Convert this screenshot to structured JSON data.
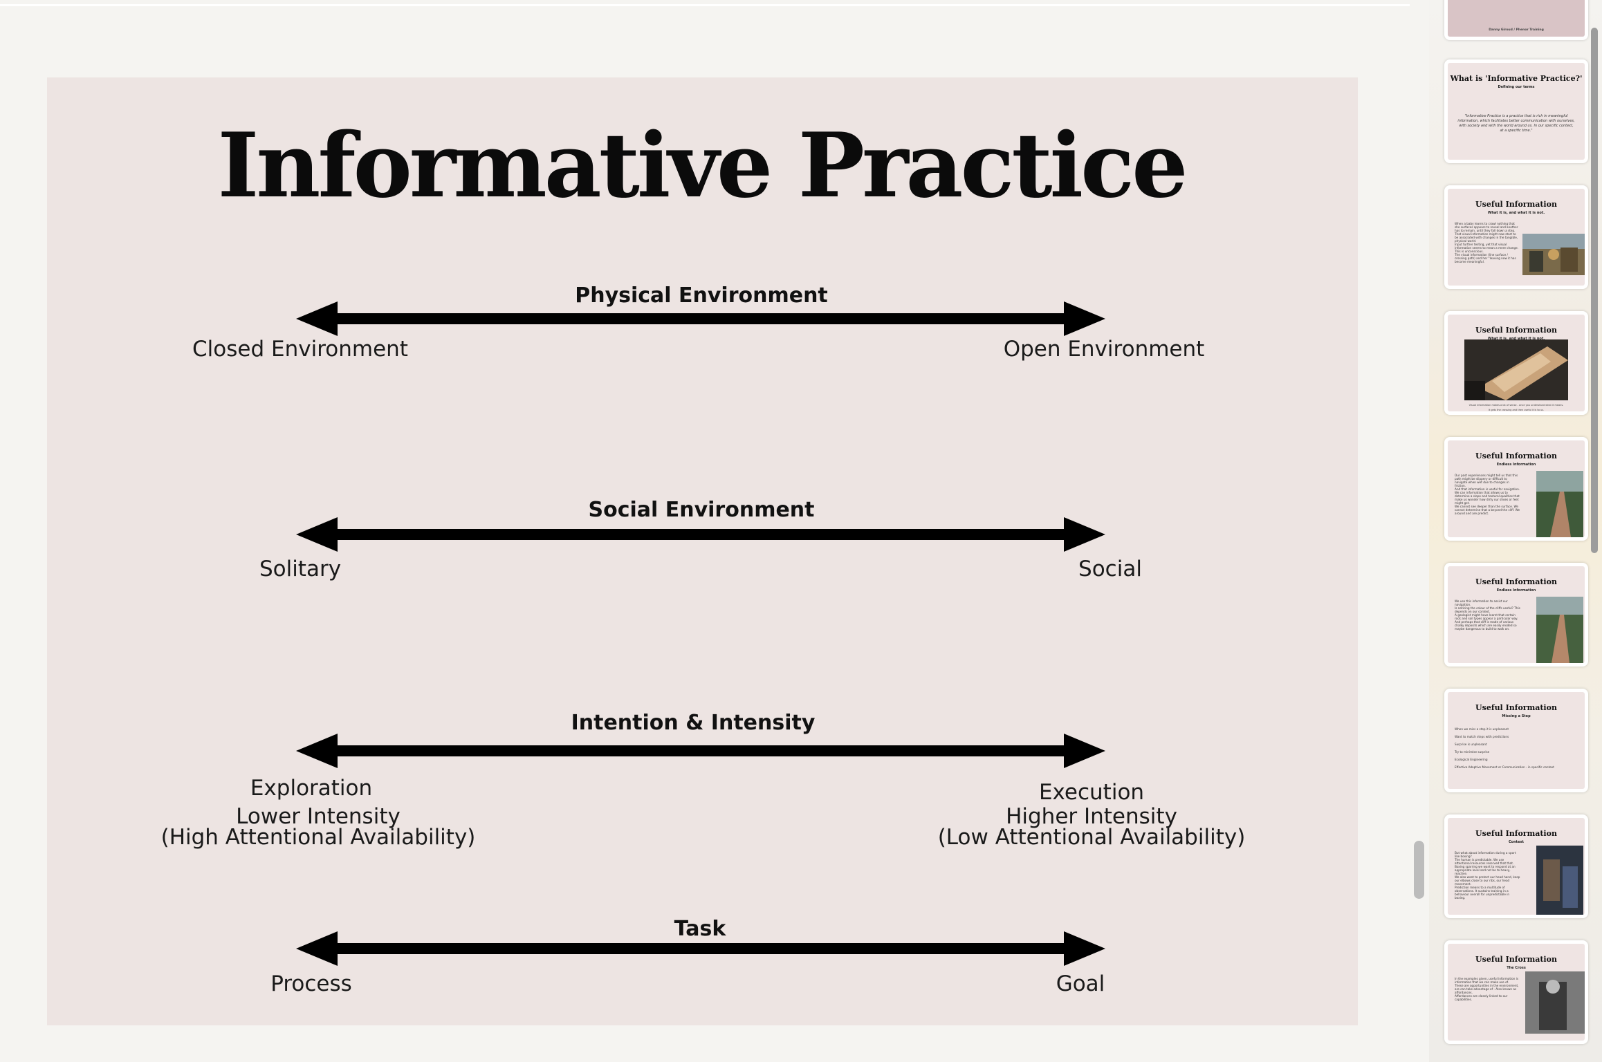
{
  "slide": {
    "title": "Informative Practice",
    "axes": [
      {
        "label": "Physical Environment",
        "left": "Closed Environment",
        "right": "Open Environment"
      },
      {
        "label": "Social Environment",
        "left": "Solitary",
        "right": "Social"
      },
      {
        "label": "Intention & Intensity",
        "left_lines": [
          "Exploration",
          "Lower Intensity",
          "(High Attentional Availability)"
        ],
        "right_lines": [
          "Execution",
          "Higher Intensity",
          "(Low Attentional Availability)"
        ]
      },
      {
        "label": "Task",
        "left": "Process",
        "right": "Goal"
      }
    ]
  },
  "thumbnails": [
    {
      "caption": "Danny Giroud / Phenor Training"
    },
    {
      "title": "What is 'Informative Practice?'",
      "subtitle": "Defining our terms",
      "quote": "\"Informative Practice is a practice that is rich in meaningful information, which facilitates better communication with ourselves, with society and with the world around us. In our specific context, at a specific time.\""
    },
    {
      "title": "Useful Information",
      "subtitle": "What it is, and what it is not.",
      "bullets": [
        "When a baby learns to crawl nothing that she surfaces appears to reveal and another has to remain, until they fall down a step.",
        "That visual information might now start to be associated with changes in the tangible, physical world.",
        "Input further testing, yet that visual information seems to mean a mere change.",
        "This is unconscious.",
        "The visual information (line surface / crossing path) and her \"leaving now it has become meaningful."
      ]
    },
    {
      "title": "Useful Information",
      "subtitle": "What it is, and what it is not.",
      "captions": [
        "Visual information makes a lot of sense - once you understand what it means.",
        "It gets the crossing and then useful it is to us."
      ]
    },
    {
      "title": "Useful Information",
      "subtitle": "Endless Information",
      "bullets": [
        "Our past experiences might tell us that this path might be slippery or difficult to navigate when wet due to changes in friction.",
        "And that information is useful for navigation. We can information that allows us to determine a slope and textural qualities that make us wonder how dirty our shoes or feet might get.",
        "We cannot see deeper than the surface. We cannot determine that a beyond the cliff. We around and are predict."
      ]
    },
    {
      "title": "Useful Information",
      "subtitle": "Endless Information",
      "bullets": [
        "We use this information to assist our navigation.",
        "Is noticing the colour of the cliffs useful? This depends on our context.",
        "A geologist might have learnt that certain rock and soil types appear a particular way. And perhaps that cliff is made of various chalky deposits which are easily eroded so maybe dangerous to build to walk on."
      ]
    },
    {
      "title": "Useful Information",
      "subtitle": "Missing a Step",
      "bullets": [
        "When we miss a step it is unpleasant",
        "Want to match steps with predictions",
        "Surprise is unpleasant",
        "Try to minimise surprise",
        "Ecological Engineering",
        "Effective Adaptive Movement or Communication - in specific context"
      ]
    },
    {
      "title": "Useful Information",
      "subtitle": "Context",
      "bullets": [
        "But what about information during a sport like boxing?",
        "The human is predictable. We use attentional resources reserved that that.",
        "Boxing sparring we want to respond at an appropriate level and not be to heavy, reactive.",
        "We also want to protect our head hand, keep our elbows close to our ribs, our head movement.",
        "Prediction means to a multitude of observations. It sustains training in a behaviour overall for unpredictable in boxing."
      ]
    },
    {
      "title": "Useful Information",
      "subtitle": "The Cross",
      "bullets": [
        "In the examples given, useful information is information that we can make use of.",
        "These are opportunities in the environment, are can take advantage of - Also known as affordances.",
        "Affordances are closely linked to our capabilities."
      ]
    }
  ]
}
